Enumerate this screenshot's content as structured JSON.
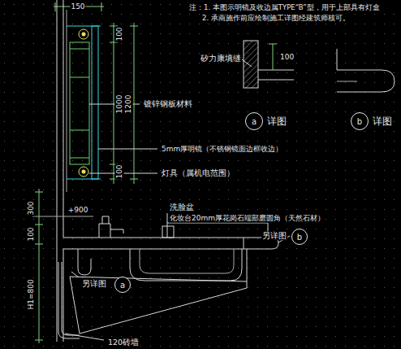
{
  "diagram": {
    "nodes": [
      {
        "text": [
          "a",
          "详图"
        ]
      },
      {
        "text": [
          "b",
          "详图"
        ]
      },
      {
        "text": [
          "b"
        ]
      },
      {
        "text": [
          "a"
        ]
      }
    ],
    "labels": [
      "150",
      "注：1. 本图示明镜及收边属TYPE“B”型，用于上部具有灯盒",
      "2. 承商施作前应绘制施工详图经建筑师核可。",
      "100",
      "1000",
      "1200",
      "100",
      "镀锌钢板材料",
      "5mm厚明镜（不锈钢镜面边框收边）",
      "灯具（属机电范围）",
      "矽力康填缝",
      "100",
      "+900",
      "300",
      "100",
      "H1=800",
      "洗脸盆",
      "化妆台20mm厚花岗石端部磨圆角（天然石材）",
      "另详图",
      "另详图",
      "120砖墙"
    ]
  }
}
